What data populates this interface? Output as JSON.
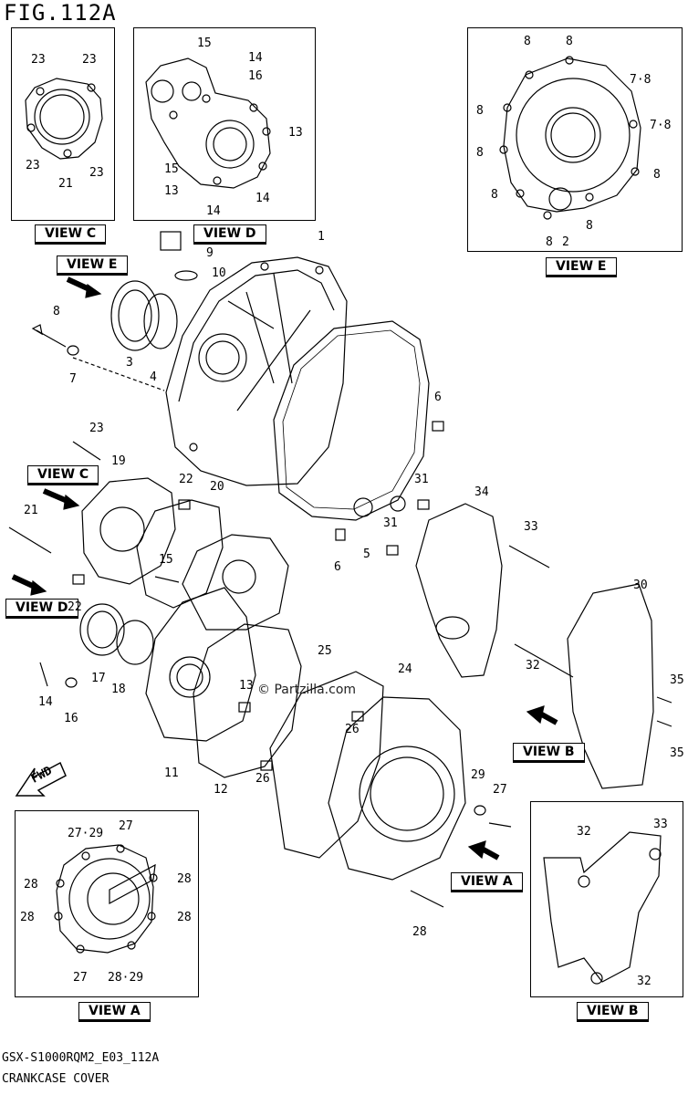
{
  "figure": {
    "title": "FIG.112A",
    "code": "GSX-S1000RQM2_E03_112A",
    "name": "CRANKCASE COVER",
    "watermark": "© Partzilla.com"
  },
  "views": {
    "c": "VIEW C",
    "d": "VIEW D",
    "e": "VIEW E",
    "a": "VIEW A",
    "b": "VIEW B"
  },
  "fwd_label": "FWD",
  "part_numbers": {
    "n1": "1",
    "n2": "2",
    "n3": "3",
    "n4": "4",
    "n5": "5",
    "n6": "6",
    "n7": "7",
    "n8": "8",
    "n9": "9",
    "n10": "10",
    "n11": "11",
    "n12": "12",
    "n13": "13",
    "n14": "14",
    "n15": "15",
    "n16": "16",
    "n17": "17",
    "n18": "18",
    "n19": "19",
    "n20": "20",
    "n21": "21",
    "n22": "22",
    "n23": "23",
    "n24": "24",
    "n25": "25",
    "n26": "26",
    "n27": "27",
    "n28": "28",
    "n29": "29",
    "n30": "30",
    "n31": "31",
    "n32": "32",
    "n33": "33",
    "n34": "34",
    "n35": "35",
    "n78": "7·8",
    "n2729": "27·29",
    "n2829": "28·29"
  }
}
